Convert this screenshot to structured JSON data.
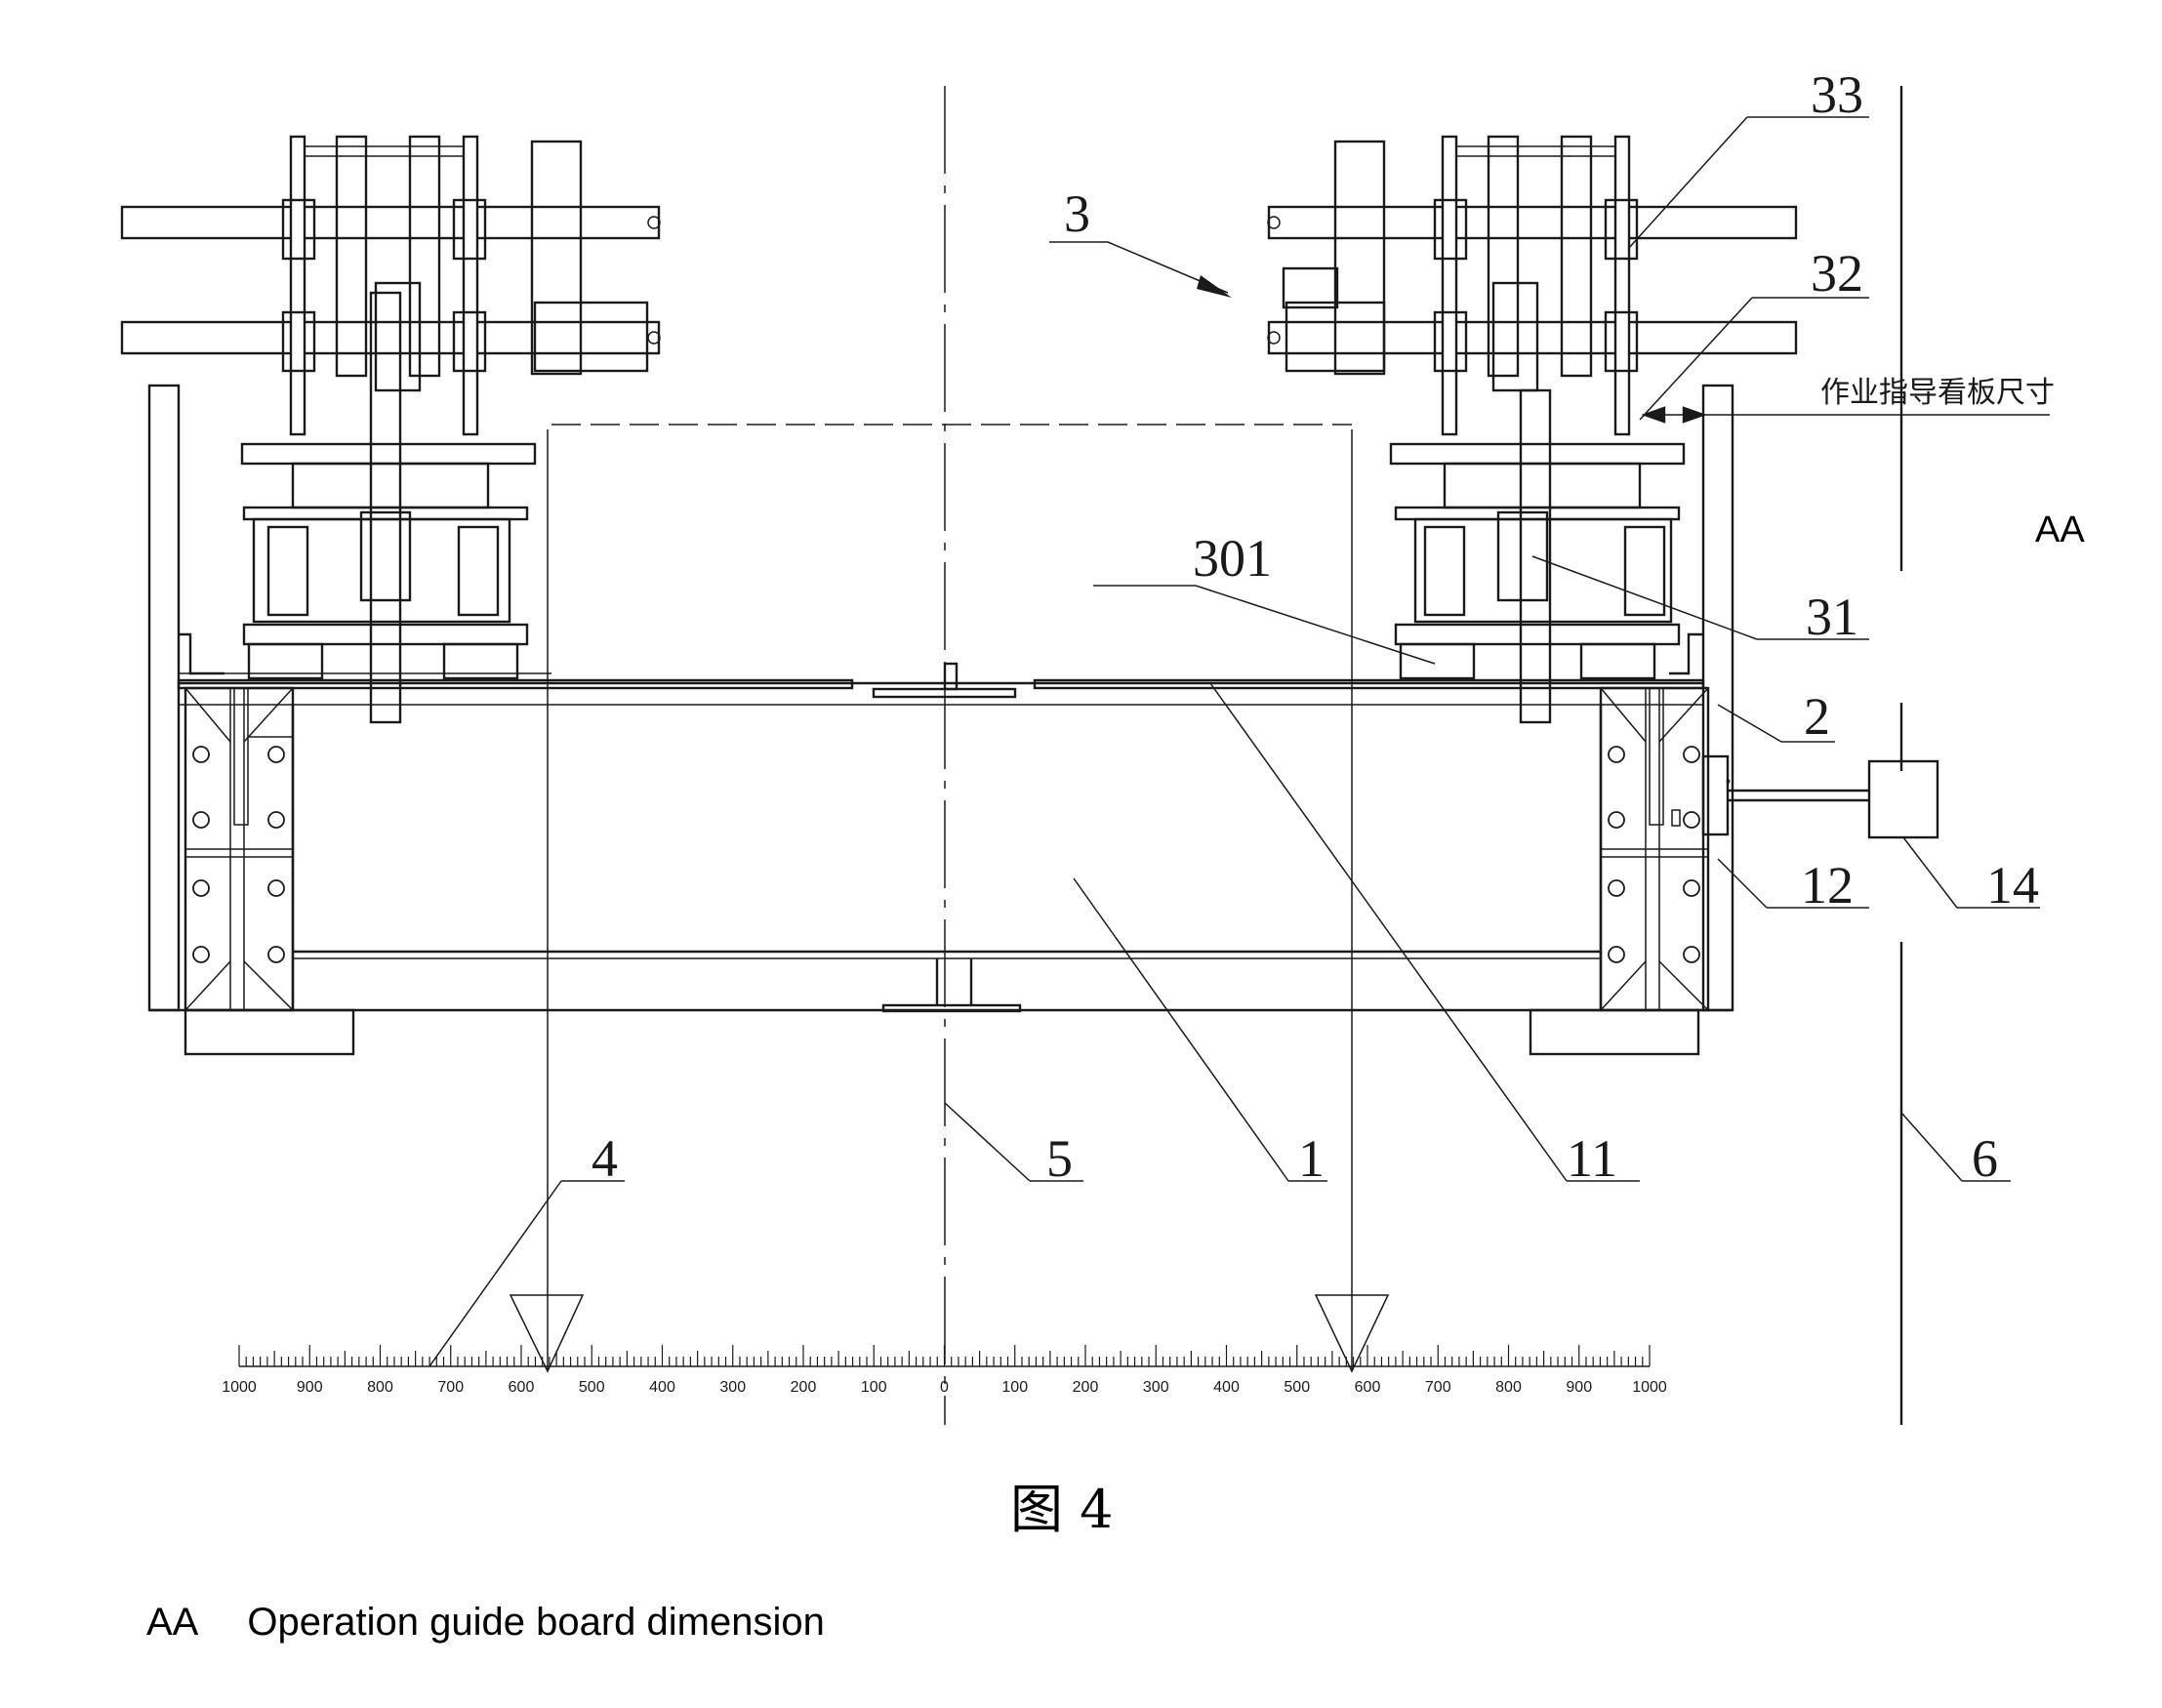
{
  "figure_caption": "图 4",
  "callouts": {
    "c3": "3",
    "c33": "33",
    "c32": "32",
    "c301": "301",
    "c31": "31",
    "c2": "2",
    "c12": "12",
    "c14": "14",
    "c4": "4",
    "c5": "5",
    "c1": "1",
    "c11": "11",
    "c6": "6"
  },
  "board_label_cn": "作业指导看板尺寸",
  "board_marker": "AA",
  "legend": {
    "key": "AA",
    "text": "Operation guide board dimension"
  },
  "scale": {
    "ticks": [
      "1000",
      "900",
      "800",
      "700",
      "600",
      "500",
      "400",
      "300",
      "200",
      "100",
      "0",
      "100",
      "200",
      "300",
      "400",
      "500",
      "600",
      "700",
      "800",
      "900",
      "1000"
    ],
    "left_pointer_value": 570,
    "right_pointer_value": 590
  }
}
